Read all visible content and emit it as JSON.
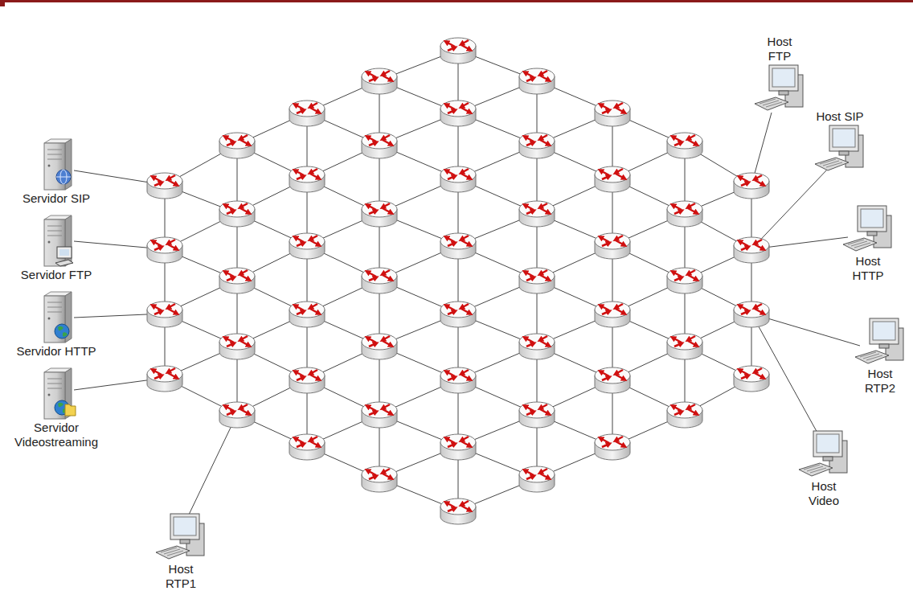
{
  "diagram": {
    "nodes": [
      {
        "text": [
          "Servidor SIP"
        ]
      },
      {
        "text": [
          "Servidor FTP"
        ]
      },
      {
        "text": [
          "Servidor HTTP"
        ]
      },
      {
        "text": [
          "Servidor Videostreaming"
        ]
      },
      {
        "text": [
          "Host RTP1"
        ]
      },
      {
        "text": [
          "Host FTP"
        ]
      },
      {
        "text": [
          "Host SIP"
        ]
      },
      {
        "text": [
          "Host HTTP"
        ]
      },
      {
        "text": [
          "Host RTP2"
        ]
      },
      {
        "text": [
          "Host Video"
        ]
      }
    ]
  }
}
